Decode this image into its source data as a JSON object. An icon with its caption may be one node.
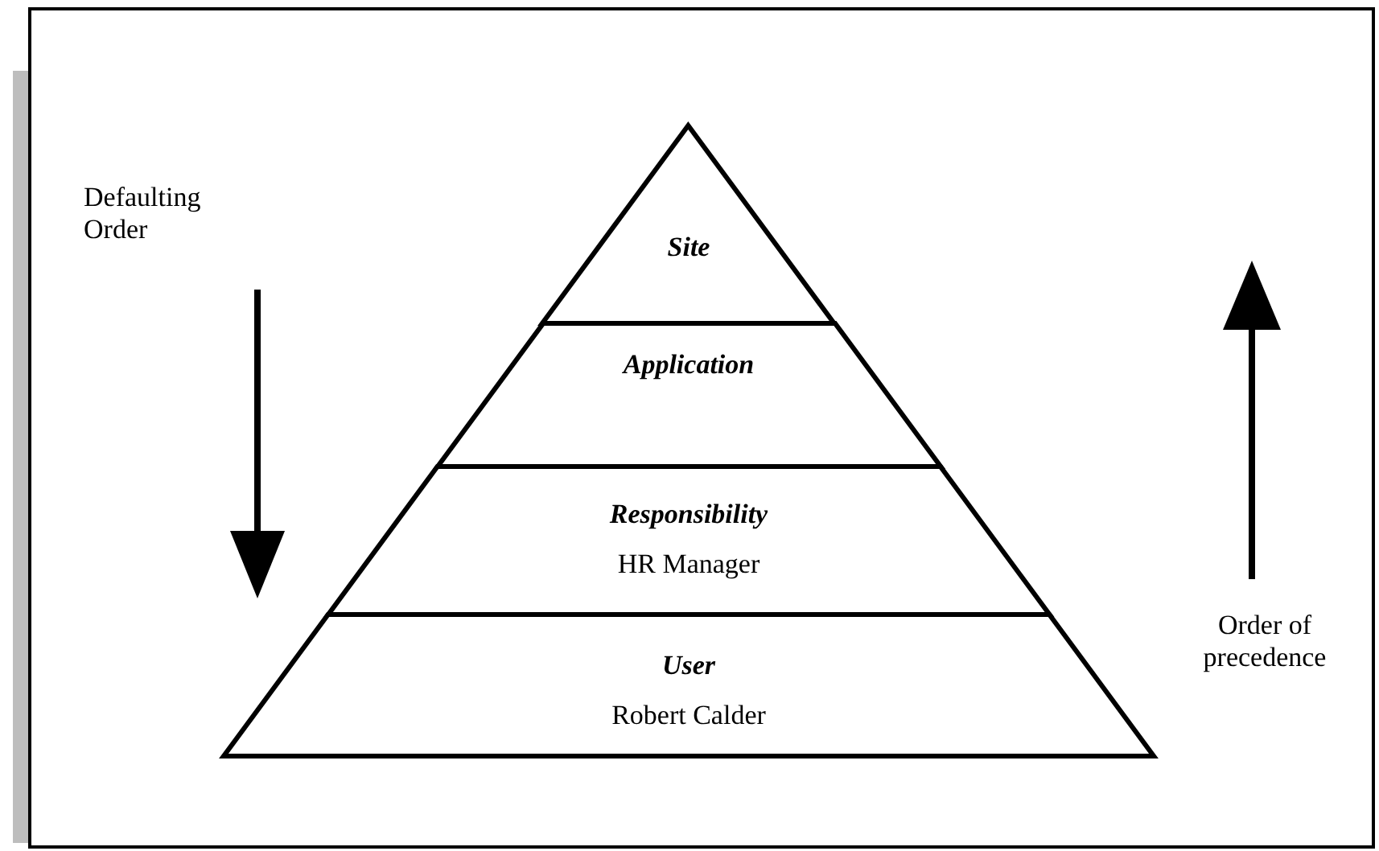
{
  "diagram": {
    "nodes": [
      {
        "text": [
          "Site"
        ]
      },
      {
        "text": [
          "Application"
        ]
      },
      {
        "text": [
          "Responsibility",
          "HR Manager"
        ]
      },
      {
        "text": [
          "User",
          "Robert Calder"
        ]
      }
    ],
    "labels": [
      "Defaulting Order",
      "Order of precedence"
    ]
  }
}
